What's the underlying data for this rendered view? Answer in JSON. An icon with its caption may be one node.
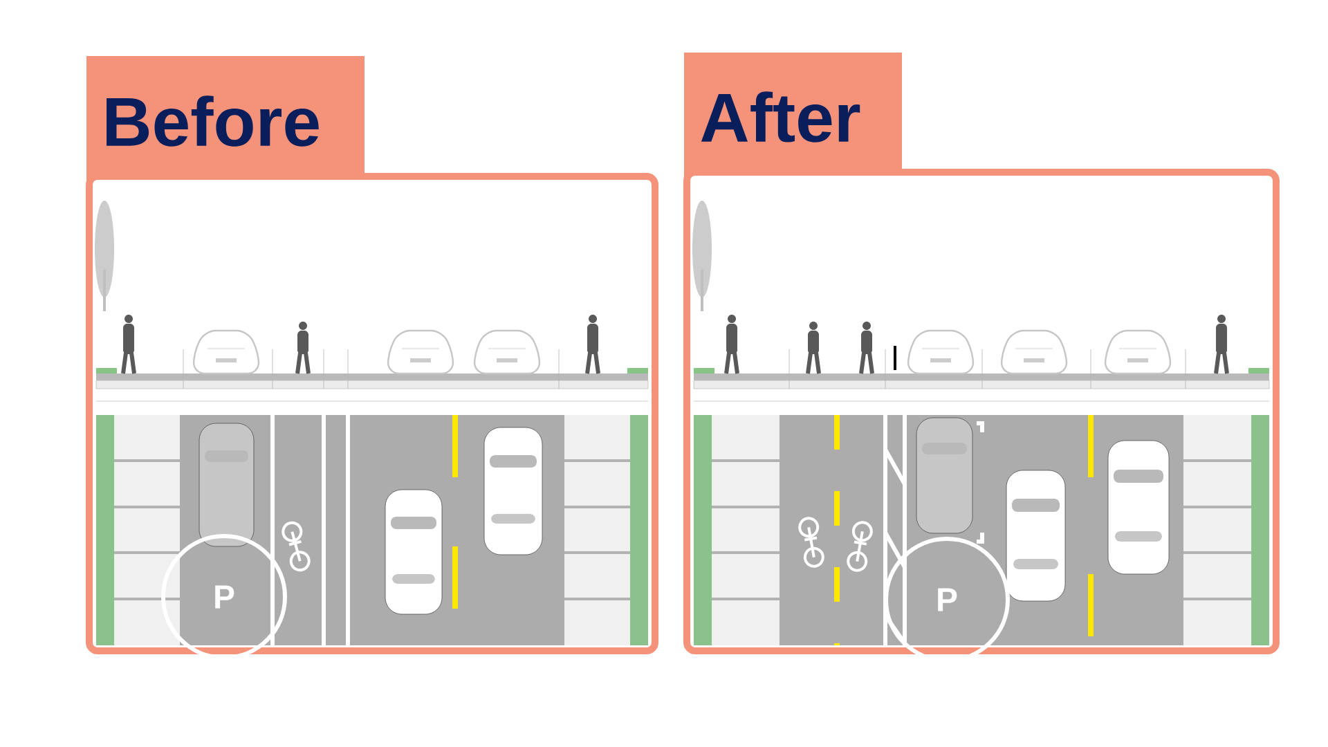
{
  "diagram": {
    "nodes": [
      {
        "text": [
          "Before"
        ]
      },
      {
        "text": [
          "P"
        ],
        "in": 0
      },
      {
        "text": [
          "After"
        ]
      },
      {
        "text": [
          "P"
        ],
        "in": 2
      }
    ]
  }
}
